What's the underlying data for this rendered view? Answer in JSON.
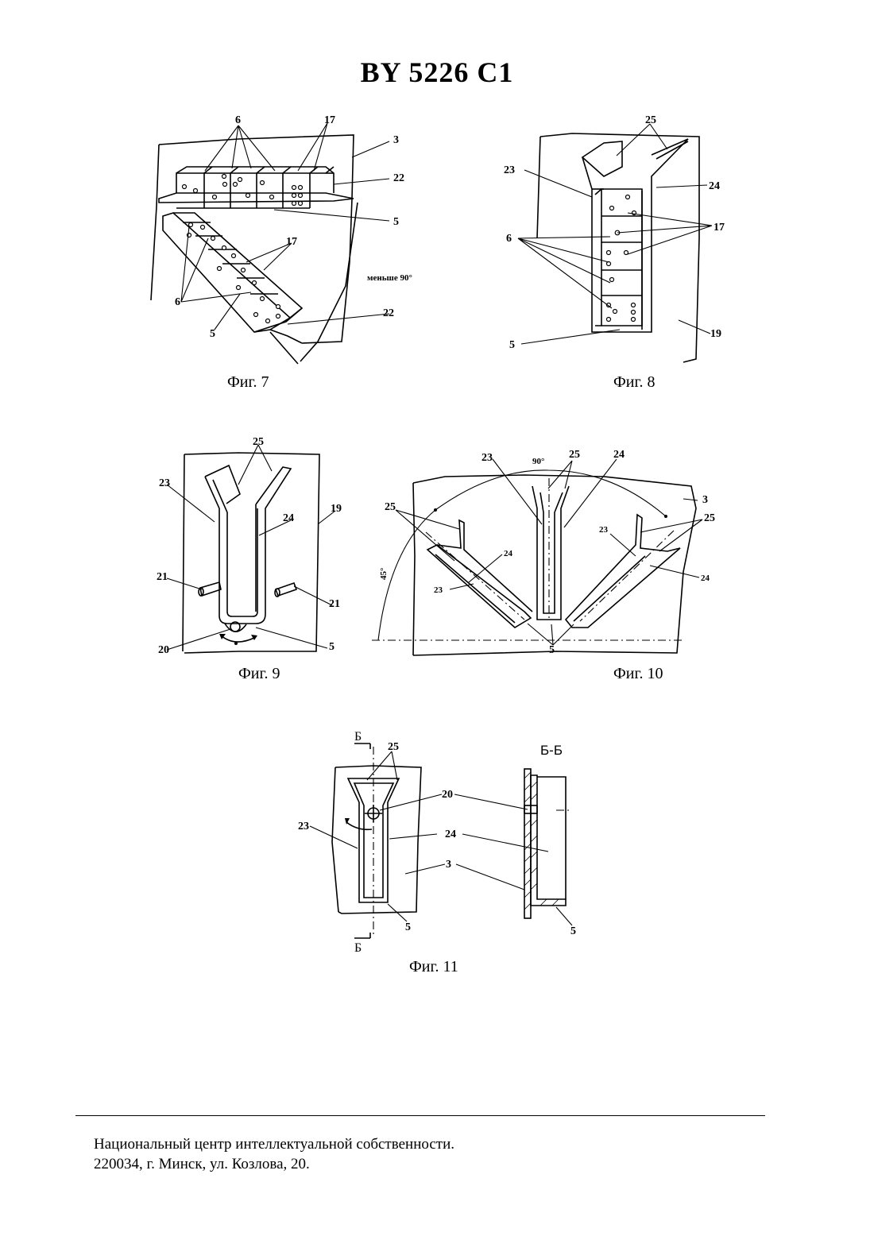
{
  "header": {
    "doc_number": "BY  5226  C1"
  },
  "figures": {
    "fig7": {
      "caption": "Фиг. 7",
      "labels": {
        "l6": "6",
        "l17a": "17",
        "l3": "3",
        "l22a": "22",
        "l5a": "5",
        "l17b": "17",
        "l6b": "6",
        "l5b": "5",
        "angle": "меньше 90°",
        "l22b": "22"
      }
    },
    "fig8": {
      "caption": "Фиг. 8",
      "labels": {
        "l25": "25",
        "l23": "23",
        "l24": "24",
        "l17": "17",
        "l6": "6",
        "l5": "5",
        "l19": "19"
      }
    },
    "fig9": {
      "caption": "Фиг. 9",
      "labels": {
        "l25": "25",
        "l23": "23",
        "l19": "19",
        "l24": "24",
        "l21a": "21",
        "l21b": "21",
        "l20": "20",
        "l5": "5"
      }
    },
    "fig10": {
      "caption": "Фиг. 10",
      "labels": {
        "l23a": "23",
        "l90": "90°",
        "l25a": "25",
        "l24a": "24",
        "l3": "3",
        "l25b": "25",
        "l25c": "25",
        "l24b": "24",
        "l23b": "23",
        "l23c": "23",
        "l24c": "24",
        "l45": "45°",
        "l5": "5"
      }
    },
    "fig11": {
      "caption": "Фиг. 11",
      "labels": {
        "b_top": "Б",
        "l25": "25",
        "section": "Б-Б",
        "l20": "20",
        "l23": "23",
        "l24": "24",
        "l3": "3",
        "l5a": "5",
        "l5b": "5",
        "b_bottom": "Б"
      }
    }
  },
  "footer": {
    "line1": "Национальный центр интеллектуальной собственности.",
    "line2": "220034, г. Минск, ул. Козлова, 20."
  }
}
